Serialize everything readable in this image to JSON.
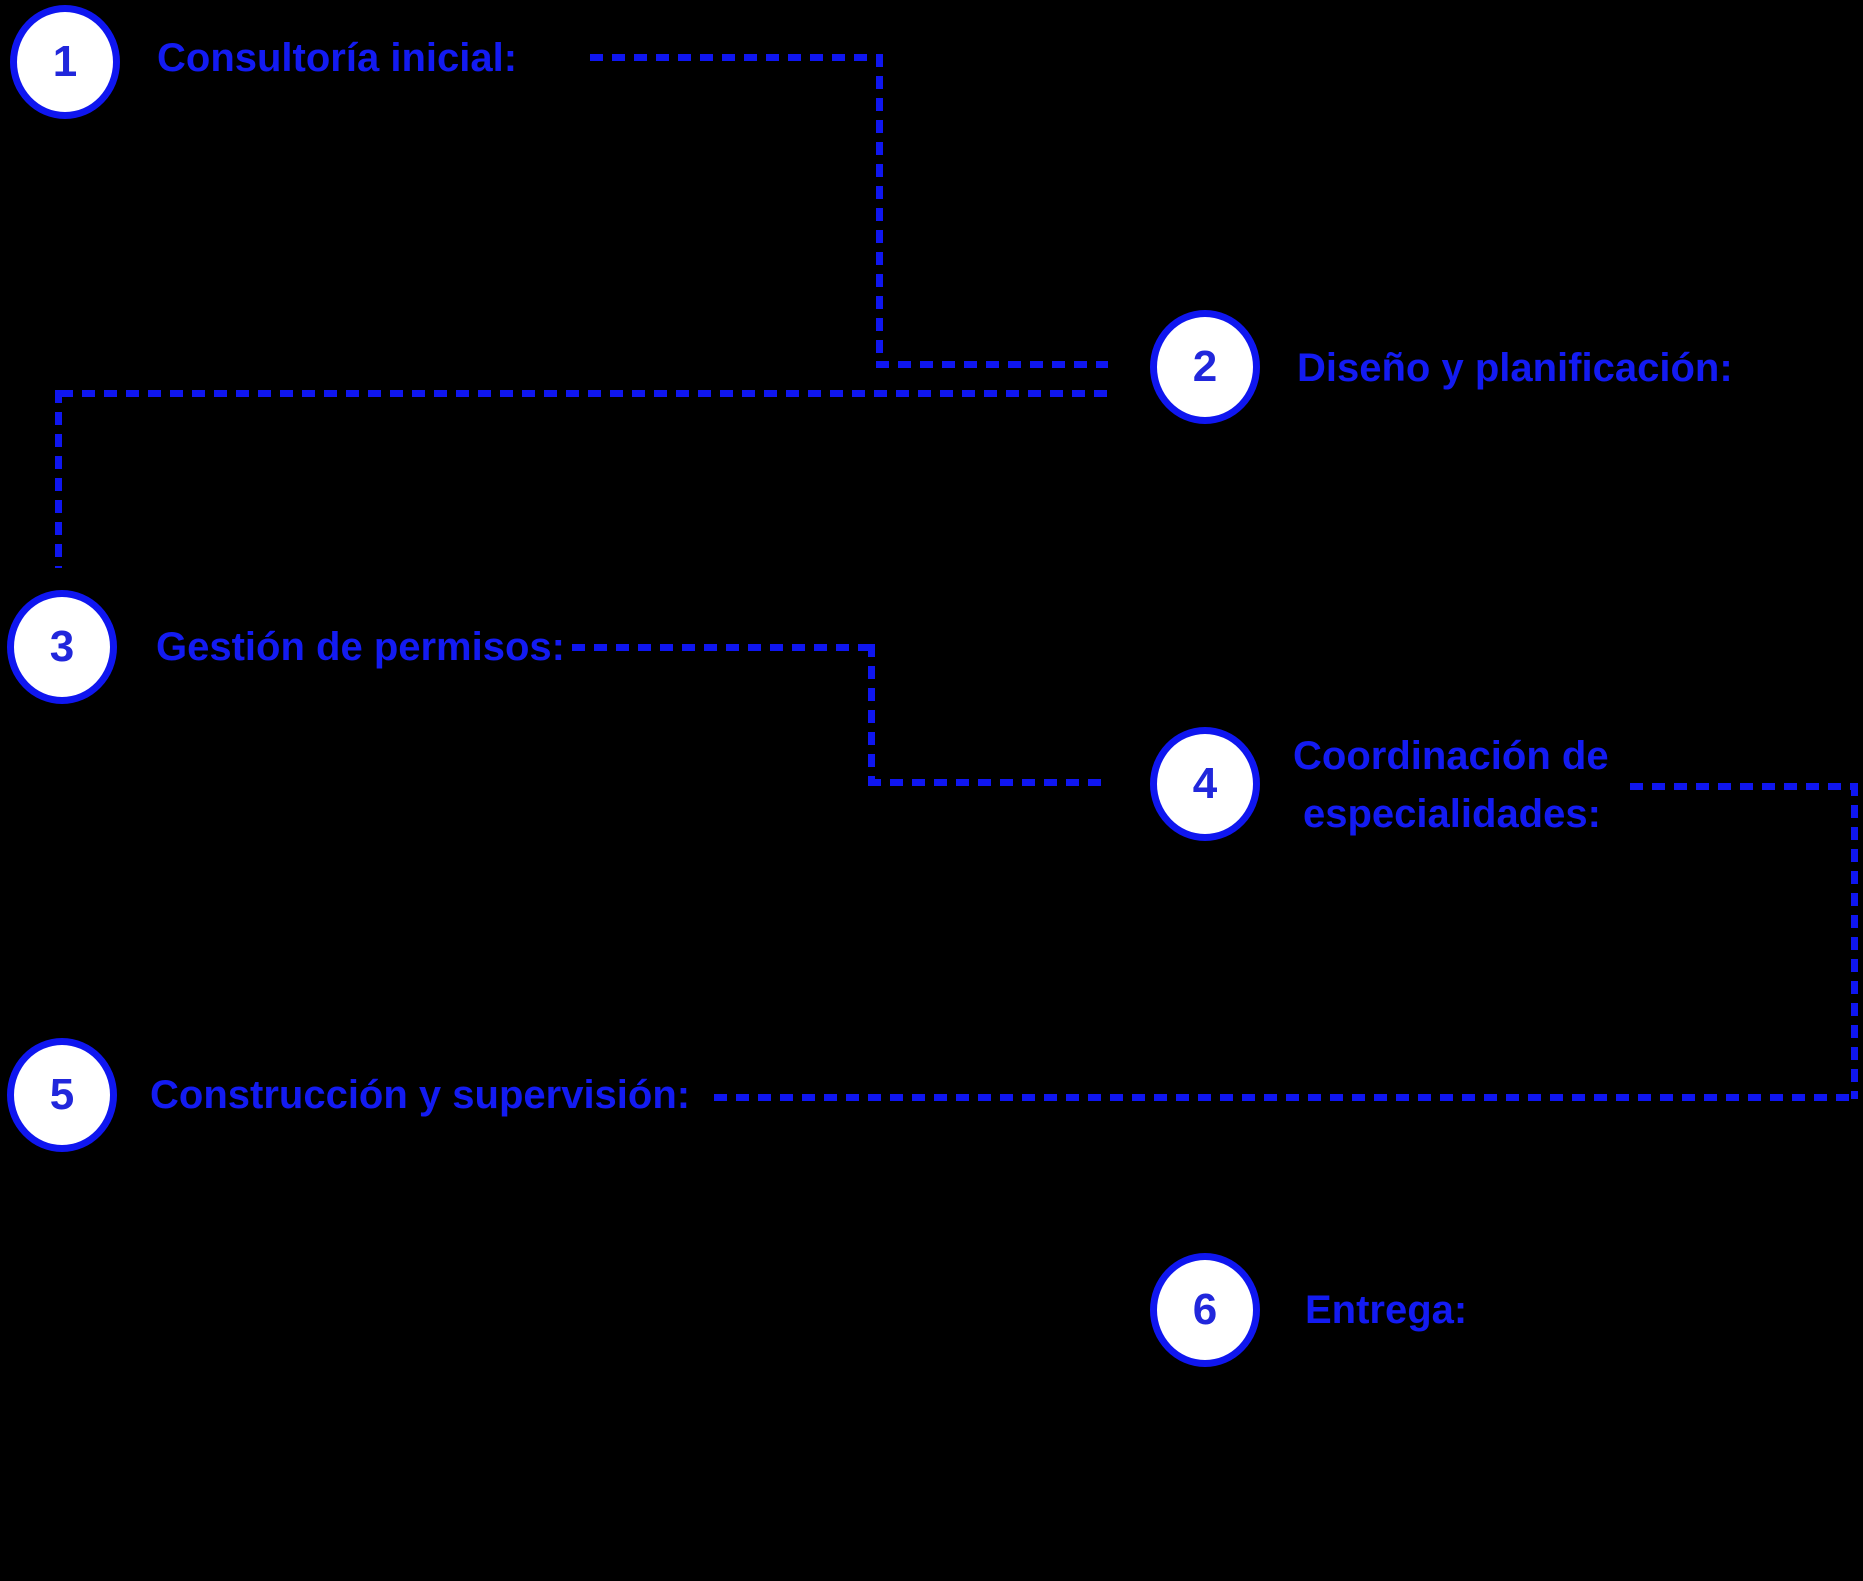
{
  "diagram": {
    "colors": {
      "background": "#000000",
      "accent_blue": "#0f16f0",
      "label_blue": "#131bf2",
      "number_blue": "#2127dc",
      "circle_fill": "#ffffff"
    },
    "steps": [
      {
        "number": "1",
        "label": "Consultoría inicial:"
      },
      {
        "number": "2",
        "label": "Diseño y planificación:"
      },
      {
        "number": "3",
        "label": "Gestión de permisos:"
      },
      {
        "number": "4",
        "label_line1": "Coordinación de",
        "label_line2": "especialidades:"
      },
      {
        "number": "5",
        "label": "Construcción y supervisión:"
      },
      {
        "number": "6",
        "label": "Entrega:"
      }
    ]
  }
}
